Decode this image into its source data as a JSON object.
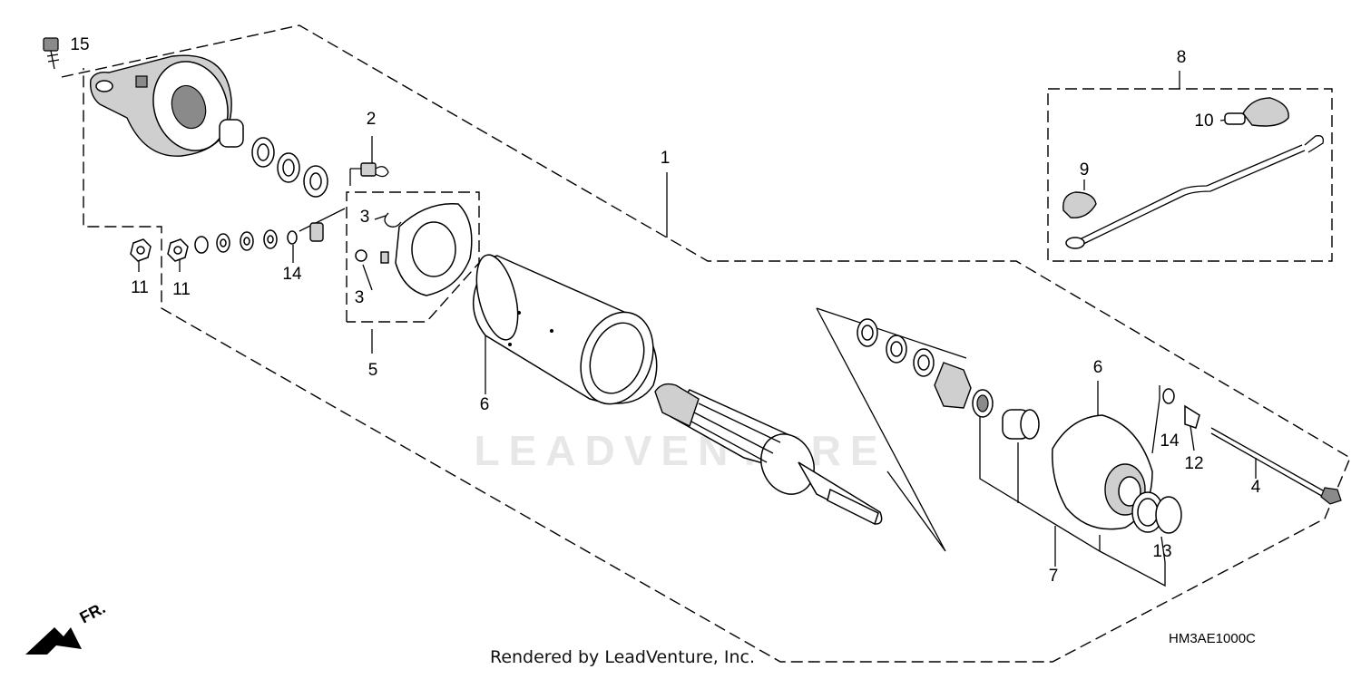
{
  "diagram": {
    "callouts": {
      "c1": "1",
      "c2": "2",
      "c3a": "3",
      "c3b": "3",
      "c4": "4",
      "c5": "5",
      "c6a": "6",
      "c6b": "6",
      "c7": "7",
      "c8": "8",
      "c9": "9",
      "c10": "10",
      "c11a": "11",
      "c11b": "11",
      "c12": "12",
      "c13": "13",
      "c14a": "14",
      "c14b": "14",
      "c15": "15"
    },
    "direction_label": "FR.",
    "drawing_code": "HM3AE1000C",
    "watermark": "LEADVENTURE"
  },
  "footer": {
    "credit": "Rendered by LeadVenture, Inc."
  }
}
